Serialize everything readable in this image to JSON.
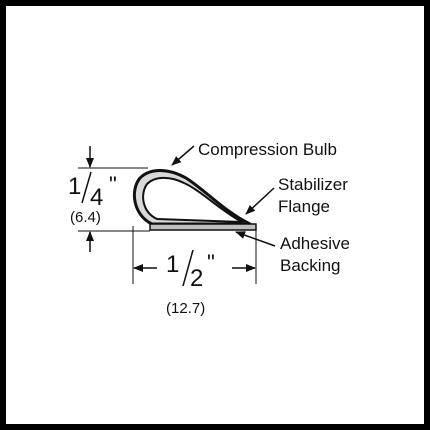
{
  "labels": {
    "compression_bulb": "Compression Bulb",
    "stabilizer_line1": "Stabilizer",
    "stabilizer_line2": "Flange",
    "adhesive_line1": "Adhesive",
    "adhesive_line2": "Backing"
  },
  "height_dim": {
    "numerator": "1",
    "denominator": "4",
    "inch_mark": "\"",
    "metric": "(6.4)"
  },
  "width_dim": {
    "numerator": "1",
    "denominator": "2",
    "inch_mark": "\"",
    "metric": "(12.7)"
  },
  "colors": {
    "profile_outline": "#111111",
    "profile_fill": "#d9d9d9",
    "frame": "#000000",
    "background": "#ffffff"
  }
}
